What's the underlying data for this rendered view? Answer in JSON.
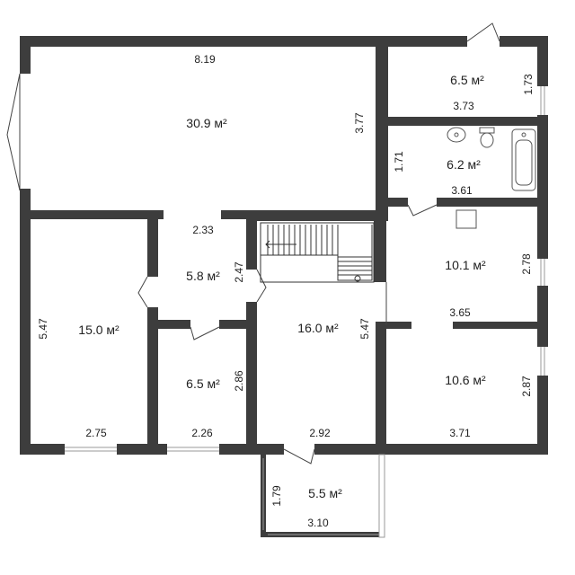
{
  "rooms": [
    {
      "id": "living",
      "area": "30.9 м²",
      "dims": [
        "8.19",
        "3.77"
      ]
    },
    {
      "id": "storage",
      "area": "6.5 м²",
      "dims": [
        "3.73",
        "1.73"
      ]
    },
    {
      "id": "bathroom",
      "area": "6.2 м²",
      "dims": [
        "1.71",
        "3.61"
      ]
    },
    {
      "id": "room-15",
      "area": "15.0 м²",
      "dims": [
        "5.47",
        "2.75"
      ]
    },
    {
      "id": "hall-5-8",
      "area": "5.8 м²",
      "dims": [
        "2.33",
        "2.47"
      ]
    },
    {
      "id": "room-6-5",
      "area": "6.5 м²",
      "dims": [
        "2.86",
        "2.26"
      ]
    },
    {
      "id": "hall-16",
      "area": "16.0 м²",
      "dims": [
        "5.47",
        "2.92"
      ]
    },
    {
      "id": "room-10-1",
      "area": "10.1 м²",
      "dims": [
        "2.78",
        "3.65"
      ]
    },
    {
      "id": "room-10-6",
      "area": "10.6 м²",
      "dims": [
        "2.87",
        "3.71"
      ]
    },
    {
      "id": "porch",
      "area": "5.5 м²",
      "dims": [
        "1.79",
        "3.10"
      ]
    }
  ],
  "colors": {
    "wall": "#3d3d3d",
    "background": "#ffffff"
  }
}
